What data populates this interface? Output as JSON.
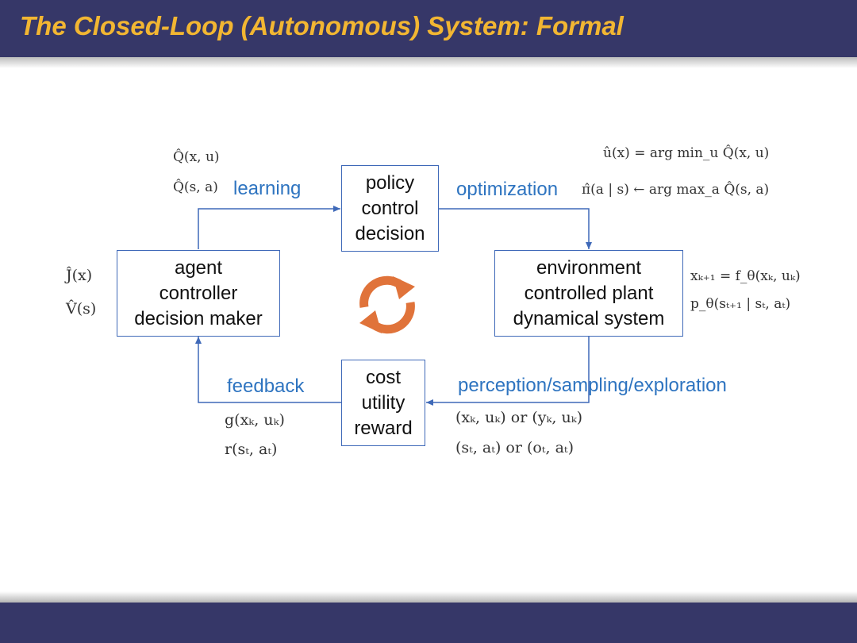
{
  "title": "The Closed-Loop (Autonomous) System: Formal",
  "boxes": {
    "policy": [
      "policy",
      "control",
      "decision"
    ],
    "environment": [
      "environment",
      "controlled plant",
      "dynamical system"
    ],
    "cost": [
      "cost",
      "utility",
      "reward"
    ],
    "agent": [
      "agent",
      "controller",
      "decision maker"
    ]
  },
  "labels": {
    "learning": "learning",
    "optimization": "optimization",
    "perception": "perception/sampling/exploration",
    "feedback": "feedback"
  },
  "math": {
    "q_xu": "Q̂(x, u)",
    "q_sa": "Q̂(s, a)",
    "u_hat": "û(x) = arg min_u Q̂(x, u)",
    "pi_hat": "π̂(a | s) ← arg max_a Q̂(s, a)",
    "j_hat": "Ĵ(x)",
    "v_hat": "V̂(s)",
    "dyn_det": "xₖ₊₁ = f_θ(xₖ, uₖ)",
    "dyn_stoch": "p_θ(sₜ₊₁ | sₜ, aₜ)",
    "g_cost": "g(xₖ, uₖ)",
    "r_reward": "r(sₜ, aₜ)",
    "obs_det": "(xₖ, uₖ) or (yₖ, uₖ)",
    "obs_stoch": "(sₜ, aₜ) or (oₜ, aₜ)"
  },
  "colors": {
    "header": "#363768",
    "title": "#f2b632",
    "box_border": "#3f69b8",
    "label": "#2e74c0",
    "cycle_icon": "#e0733a"
  },
  "icons": {
    "center": "refresh-cycle-icon"
  }
}
